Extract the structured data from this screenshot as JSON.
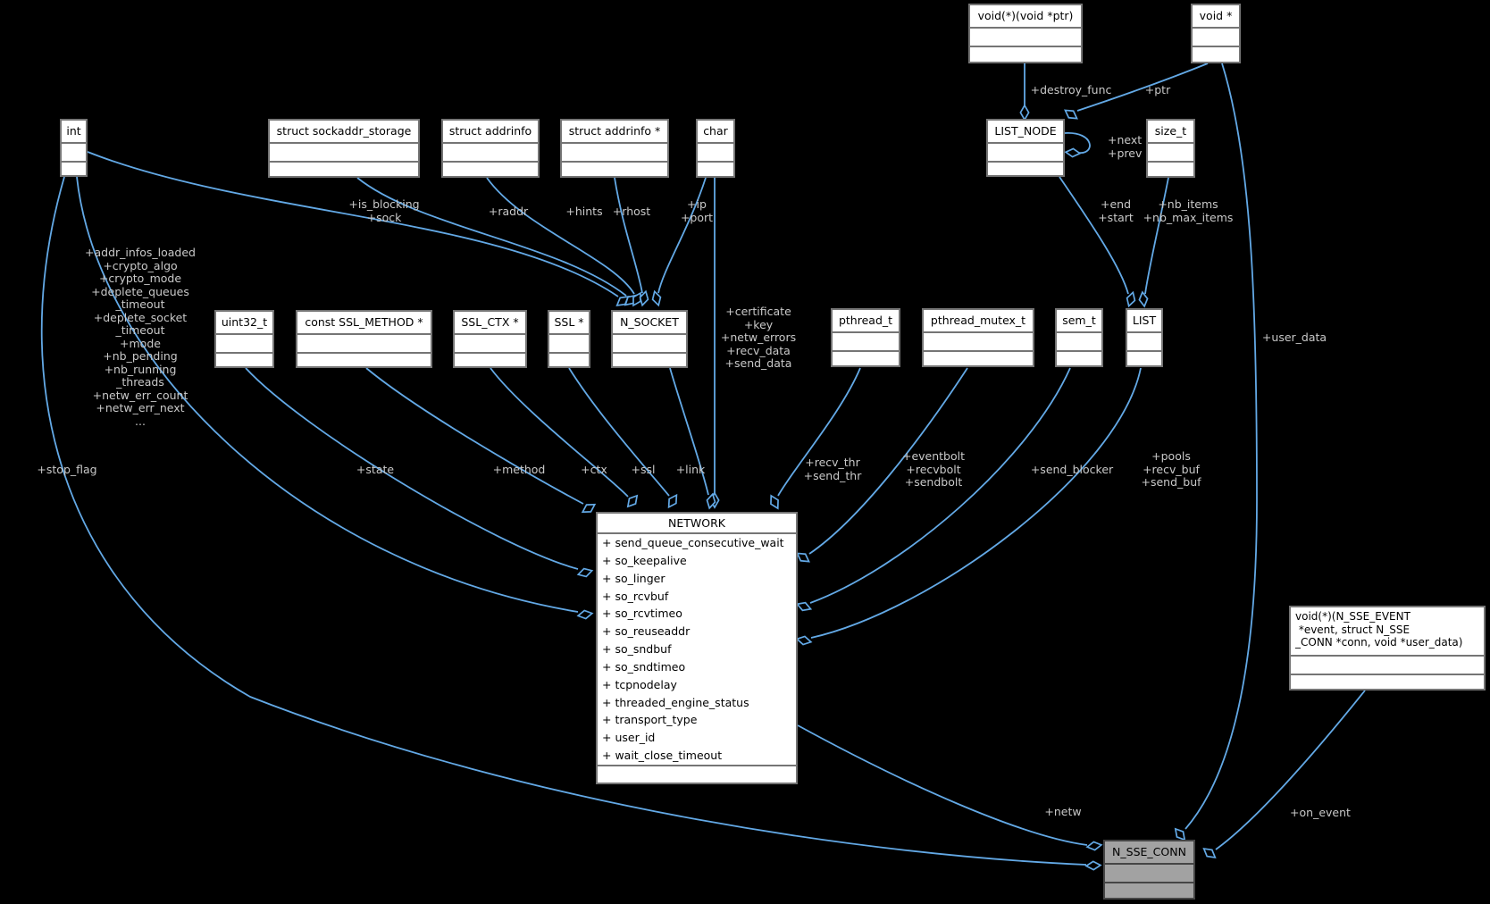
{
  "colors": {
    "background": "#000000",
    "edge": "#63a9e6",
    "node_fill": "#ffffff",
    "node_border": "#757575",
    "node_text": "#000000",
    "focus_fill": "#a2a2a2",
    "focus_border": "#454545",
    "edge_label_text": "#c9c9c9"
  },
  "nodes": {
    "int": {
      "title": "int"
    },
    "sockaddr_storage": {
      "title": "struct sockaddr_storage"
    },
    "addrinfo": {
      "title": "struct addrinfo"
    },
    "addrinfo_ptr": {
      "title": "struct addrinfo *"
    },
    "char": {
      "title": "char"
    },
    "void_fn_ptr": {
      "title": "void(*)(void *ptr)"
    },
    "void_ptr": {
      "title": "void *"
    },
    "list_node": {
      "title": "LIST_NODE"
    },
    "size_t": {
      "title": "size_t"
    },
    "uint32_t": {
      "title": "uint32_t"
    },
    "ssl_method": {
      "title": "const SSL_METHOD *"
    },
    "ssl_ctx": {
      "title": "SSL_CTX *"
    },
    "ssl_ptr": {
      "title": "SSL *"
    },
    "n_socket": {
      "title": "N_SOCKET"
    },
    "pthread_t": {
      "title": "pthread_t"
    },
    "pthread_mutex_t": {
      "title": "pthread_mutex_t"
    },
    "sem_t": {
      "title": "sem_t"
    },
    "list": {
      "title": "LIST"
    },
    "network": {
      "title": "NETWORK",
      "attributes": [
        "+ send_queue_consecutive_wait",
        "+ so_keepalive",
        "+ so_linger",
        "+ so_rcvbuf",
        "+ so_rcvtimeo",
        "+ so_reuseaddr",
        "+ so_sndbuf",
        "+ so_sndtimeo",
        "+ tcpnodelay",
        "+ threaded_engine_status",
        "+ transport_type",
        "+ user_id",
        "+ wait_close_timeout"
      ]
    },
    "n_sse_conn": {
      "title": "N_SSE_CONN"
    },
    "sse_callback": {
      "title_lines": [
        "void(*)(N_SSE_EVENT",
        " *event, struct N_SSE",
        "_CONN *conn, void *user_data)"
      ]
    }
  },
  "edge_labels": {
    "destroy_func": [
      "+destroy_func"
    ],
    "ptr": [
      "+ptr"
    ],
    "next_prev": [
      "+next",
      "+prev"
    ],
    "end_start": [
      "+end",
      "+start"
    ],
    "nb_items": [
      "+nb_items",
      "+nb_max_items"
    ],
    "is_blocking": [
      "+is_blocking",
      "+sock"
    ],
    "raddr": [
      "+raddr"
    ],
    "hints": [
      "+hints"
    ],
    "rhost": [
      "+rhost"
    ],
    "ip_port": [
      "+ip",
      "+port"
    ],
    "certificate": [
      "+certificate",
      "+key",
      "+netw_errors",
      "+recv_data",
      "+send_data"
    ],
    "int_network": [
      "+addr_infos_loaded",
      "+crypto_algo",
      "+crypto_mode",
      "+deplete_queues",
      "_timeout",
      "+deplete_socket",
      "_timeout",
      "+mode",
      "+nb_pending",
      "+nb_running",
      "_threads",
      "+netw_err_count",
      "+netw_err_next",
      "..."
    ],
    "stop_flag": [
      "+stop_flag"
    ],
    "state": [
      "+state"
    ],
    "method": [
      "+method"
    ],
    "ctx": [
      "+ctx"
    ],
    "ssl": [
      "+ssl"
    ],
    "link": [
      "+link"
    ],
    "recv_thr": [
      "+recv_thr",
      "+send_thr"
    ],
    "eventbolt": [
      "+eventbolt",
      "+recvbolt",
      "+sendbolt"
    ],
    "send_blocker": [
      "+send_blocker"
    ],
    "pools": [
      "+pools",
      "+recv_buf",
      "+send_buf"
    ],
    "user_data": [
      "+user_data"
    ],
    "netw": [
      "+netw"
    ],
    "on_event": [
      "+on_event"
    ]
  }
}
